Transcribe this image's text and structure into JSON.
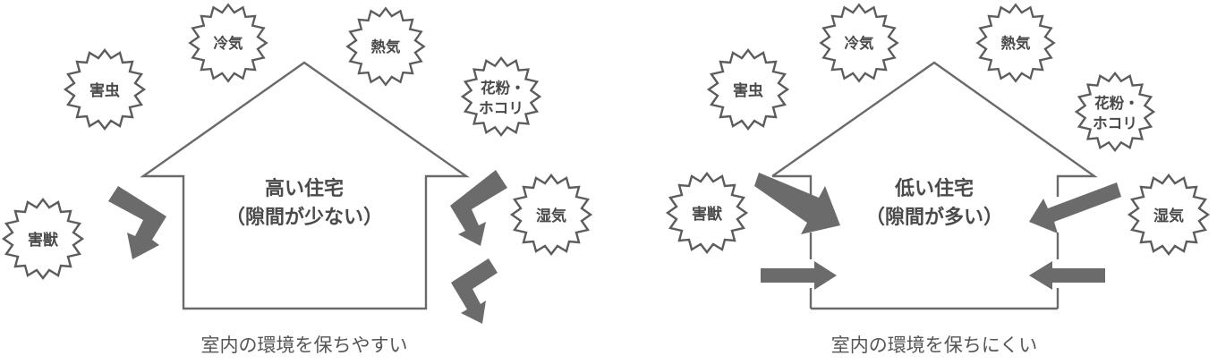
{
  "colors": {
    "stroke": "#5c5c5c",
    "arrow": "#6b6b6b",
    "text": "#4a4a4a",
    "background": "#ffffff"
  },
  "left_panel": {
    "house_title_line1": "高い住宅",
    "house_title_line2": "（隙間が少ない）",
    "caption": "室内の環境を保ちやすい",
    "stars": [
      {
        "id": "pests",
        "label": "害虫"
      },
      {
        "id": "cold-air",
        "label": "冷気"
      },
      {
        "id": "hot-air",
        "label": "熱気"
      },
      {
        "id": "pollen-dust",
        "label_line1": "花粉・",
        "label_line2": "ホコリ"
      },
      {
        "id": "humidity",
        "label": "湿気"
      },
      {
        "id": "vermin",
        "label": "害獣"
      }
    ],
    "arrows_note": "deflected"
  },
  "right_panel": {
    "house_title_line1": "低い住宅",
    "house_title_line2": "（隙間が多い）",
    "caption": "室内の環境を保ちにくい",
    "stars": [
      {
        "id": "pests",
        "label": "害虫"
      },
      {
        "id": "cold-air",
        "label": "冷気"
      },
      {
        "id": "hot-air",
        "label": "熱気"
      },
      {
        "id": "pollen-dust",
        "label_line1": "花粉・",
        "label_line2": "ホコリ"
      },
      {
        "id": "humidity",
        "label": "湿気"
      },
      {
        "id": "vermin",
        "label": "害獣"
      }
    ],
    "arrows_note": "entering"
  }
}
